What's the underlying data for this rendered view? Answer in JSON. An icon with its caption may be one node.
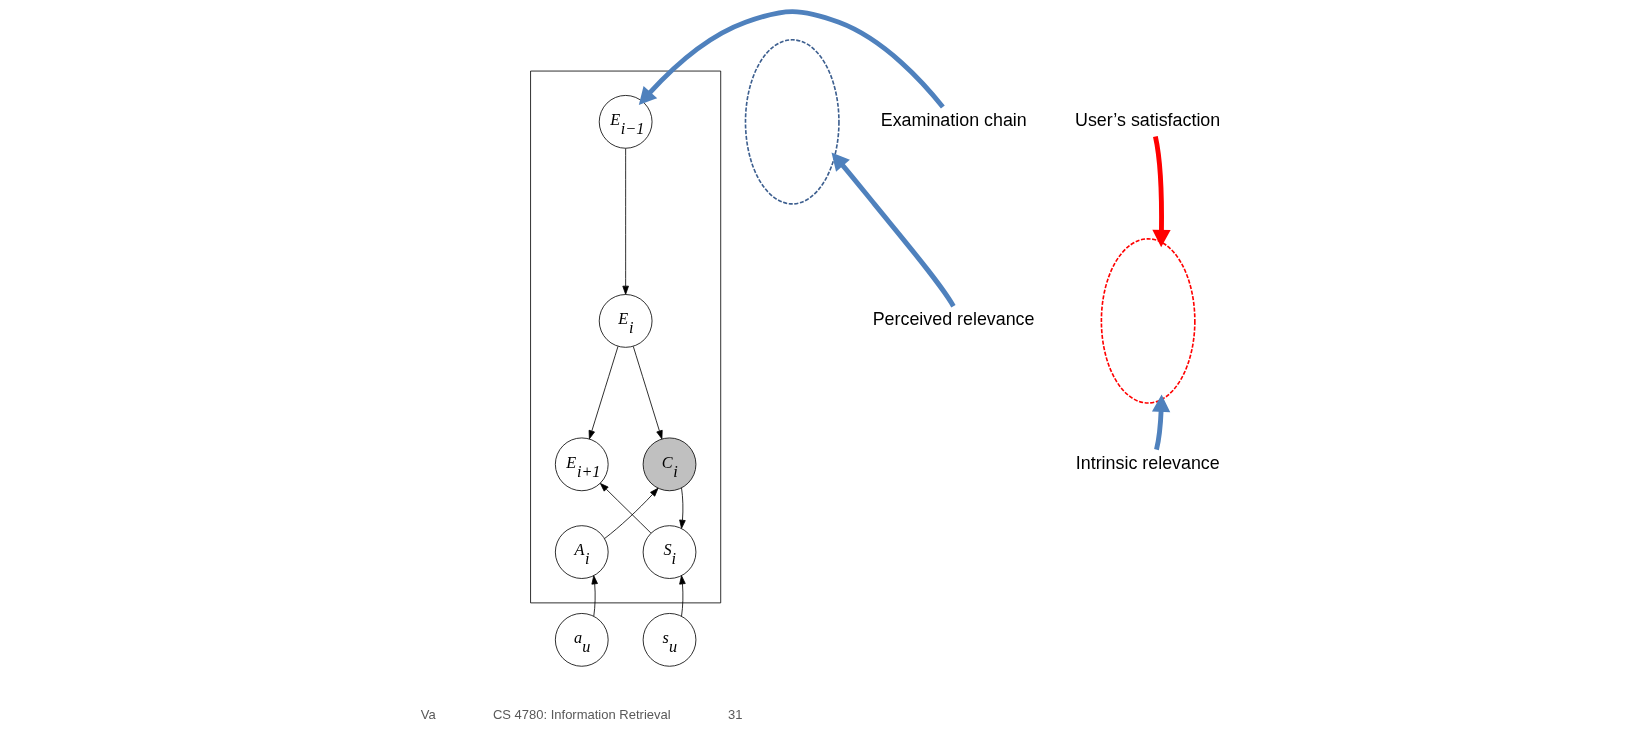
{
  "diagram": {
    "nodes": [
      {
        "text": [],
        "shape": "box"
      },
      {
        "text": [
          "E$_{i−1}$"
        ],
        "in": 0
      },
      {
        "text": [
          "E$_{i}$"
        ],
        "in": 0
      },
      {
        "text": [
          "E$_{i+1}$"
        ],
        "in": 0
      },
      {
        "text": [
          "C$_{i}$"
        ],
        "in": 0
      },
      {
        "text": [
          "A$_{i}$"
        ],
        "in": 0
      },
      {
        "text": [
          "S$_{i}$"
        ],
        "in": 0
      },
      {
        "text": [
          "a$_{u}$"
        ]
      },
      {
        "text": [
          "s$_{u}$"
        ]
      },
      {
        "text": [],
        "shape": "ellipse"
      },
      {
        "text": [],
        "shape": "ellipse"
      },
      {
        "text": [
          "Examination chain"
        ]
      },
      {
        "text": [
          "User’s satisfaction"
        ]
      },
      {
        "text": [
          "Perceived relevance"
        ]
      },
      {
        "text": [
          "Intrinsic relevance"
        ]
      }
    ],
    "edges": [
      {
        "from": 1,
        "to": 2,
        "arrow": "to"
      },
      {
        "from": 2,
        "to": 3,
        "arrow": "to"
      },
      {
        "from": 2,
        "to": 4,
        "arrow": "to"
      },
      {
        "from": 5,
        "to": 4,
        "arrow": "to"
      },
      {
        "from": 4,
        "to": 6,
        "arrow": "to"
      },
      {
        "from": 6,
        "to": 3,
        "arrow": "to"
      },
      {
        "from": 7,
        "to": 5,
        "arrow": "to"
      },
      {
        "from": 8,
        "to": 6,
        "arrow": "to"
      },
      {
        "from": 11,
        "to": 1,
        "arrow": "to",
        "style": "thick",
        "color": "#4f81bd"
      },
      {
        "from": 12,
        "to": 10,
        "arrow": "to",
        "style": "thick",
        "color": "#ff0000"
      },
      {
        "from": 13,
        "to": 9,
        "arrow": "to",
        "style": "thick",
        "color": "#4f81bd"
      },
      {
        "from": 14,
        "to": 10,
        "arrow": "to",
        "style": "thick",
        "color": "#4f81bd"
      }
    ],
    "labels": [
      "Va",
      "CS 4780: Information Retrieval",
      "31"
    ]
  }
}
